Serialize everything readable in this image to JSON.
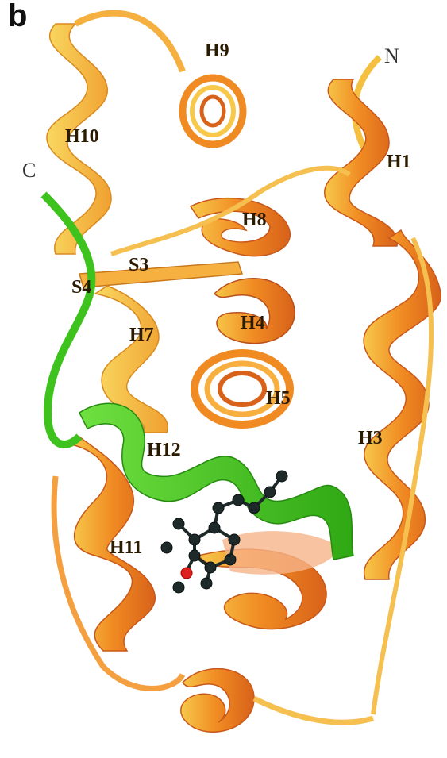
{
  "figure": {
    "panel_letter": "b",
    "colors": {
      "helix_main": "#f08a22",
      "helix_light": "#f7c84a",
      "helix_dark": "#d8621a",
      "helix12": "#3ec21e",
      "ligand": "#1e2a2a",
      "ligand_oxygen": "#e02020"
    },
    "termini": {
      "n": "N",
      "c": "C"
    },
    "labels": {
      "h1": "H1",
      "h3": "H3",
      "h4": "H4",
      "h5": "H5",
      "h7": "H7",
      "h8": "H8",
      "h9": "H9",
      "h10": "H10",
      "h11": "H11",
      "h12": "H12",
      "s3": "S3",
      "s4": "S4"
    }
  }
}
